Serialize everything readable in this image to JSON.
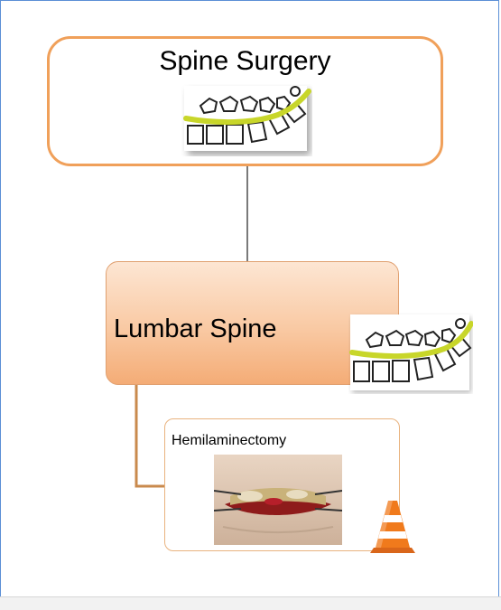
{
  "nodes": {
    "spine_surgery": {
      "label": "Spine Surgery"
    },
    "lumbar_spine": {
      "label": "Lumbar Spine"
    },
    "hemilaminectomy": {
      "label": "Hemilaminectomy"
    }
  },
  "colors": {
    "frame_border": "#5b8fd6",
    "root_border": "#f0a05a",
    "connector_top": "#333333",
    "connector_bottom": "#c98a4d",
    "lumbar_fill_top": "#fde6d3",
    "lumbar_fill_bottom": "#f4ac76",
    "spine_stripe": "#c8d62a",
    "cone_orange": "#f07a1c"
  },
  "icons": {
    "vertebrae": "vertebrae-icon",
    "surgery": "surgery-photo",
    "warning": "traffic-cone-icon"
  }
}
